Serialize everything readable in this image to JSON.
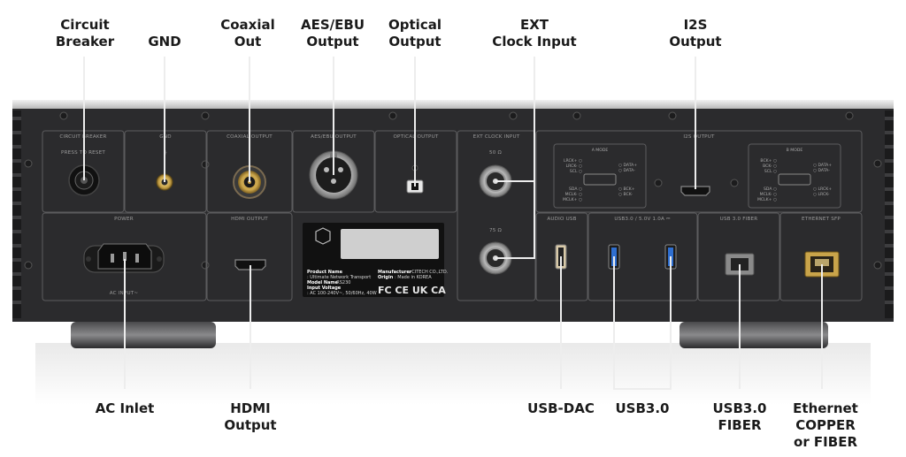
{
  "callouts": {
    "circuit_breaker": [
      "Circuit",
      "Breaker"
    ],
    "gnd": [
      "GND"
    ],
    "coaxial_out": [
      "Coaxial",
      "Out"
    ],
    "aes_ebu": [
      "AES/EBU",
      "Output"
    ],
    "optical": [
      "Optical",
      "Output"
    ],
    "ext_clock": [
      "EXT",
      "Clock Input"
    ],
    "i2s": [
      "I2S",
      "Output"
    ],
    "ac_inlet": [
      "AC Inlet"
    ],
    "hdmi": [
      "HDMI",
      "Output"
    ],
    "usb_dac": [
      "USB-DAC"
    ],
    "usb30": [
      "USB3.0"
    ],
    "usb30_fiber": [
      "USB3.0",
      "FIBER"
    ],
    "ethernet": [
      "Ethernet",
      "COPPER",
      "or FIBER"
    ]
  },
  "panel_labels": {
    "circuit_breaker": "CIRCUIT BREAKER",
    "press_to_reset": "PRESS TO RESET",
    "gnd": "GND",
    "coaxial_output": "COAXIAL OUTPUT",
    "aes_ebu_output": "AES/EBU OUTPUT",
    "optical_output": "OPTICAL OUTPUT",
    "ext_clock_input": "EXT CLOCK INPUT",
    "ohm_50": "50 Ω",
    "ohm_75": "75 Ω",
    "i2s_output": "I2S OUTPUT",
    "a_mode": "A MODE",
    "b_mode": "B MODE",
    "power": "POWER",
    "ac_input": "AC INPUT~",
    "hdmi_output": "HDMI OUTPUT",
    "audio_usb": "AUDIO USB",
    "usb30_power": "USB3.0 / 5.0V 1.0A ⎓",
    "usb30_fiber": "USB 3.0 FIBER",
    "ethernet_sfp": "ETHERNET SFP"
  },
  "i2s_pins": {
    "a_left": [
      "LRCK+",
      "LRCK-",
      "SCL",
      "SDA",
      "MCLK-",
      "MCLK+"
    ],
    "a_right": [
      "DATA+",
      "DATA-",
      "BCK+",
      "BCK-"
    ],
    "b_left": [
      "BCK+",
      "BCK-",
      "SCL",
      "SDA",
      "MCLK-",
      "MCLK+"
    ],
    "b_right": [
      "DATA+",
      "DATA-",
      "LRCK+",
      "LRCK-"
    ]
  },
  "nameplate": {
    "product_name_label": "Product Name",
    "product_name": ": Ultimate Network Transport",
    "model_name_label": "Model Name",
    "model_name": ": RS230",
    "input_voltage_label": "Input Voltage",
    "input_voltage": ": AC 100-240V~, 50/60Hz, 40W",
    "manufacturer_label": "Manufacturer",
    "manufacturer": ": CITECH CO.,LTD.",
    "origin_label": "Origin",
    "origin": ": Made in KOREA",
    "marks": "FC CE UK CA"
  },
  "colors": {
    "chassis": "#2b2b2d",
    "panel_line": "#5c5c5e",
    "callout_line": "#e8e8e8",
    "gold": "#c9a44a"
  }
}
